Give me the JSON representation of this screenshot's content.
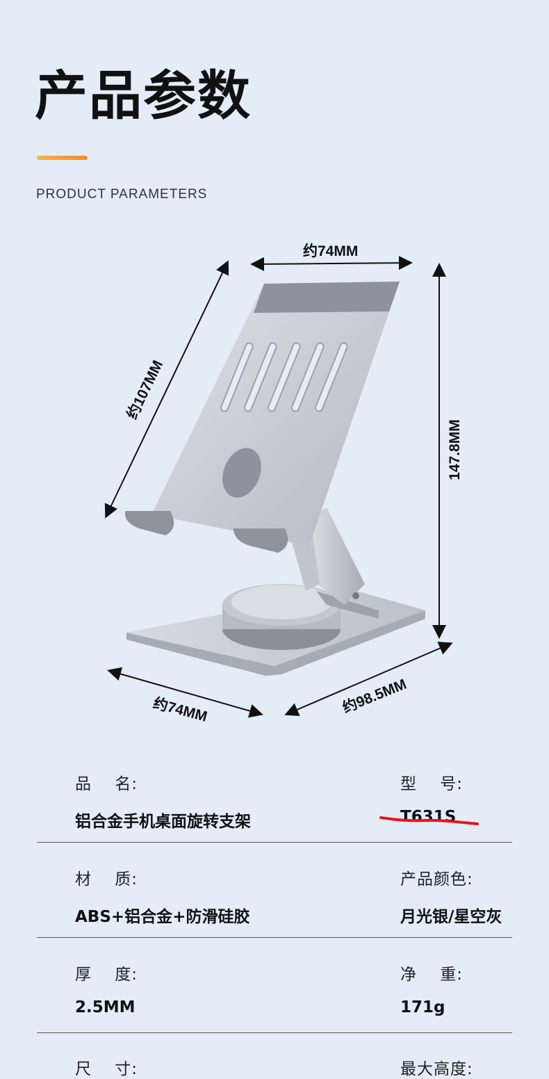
{
  "header": {
    "title": "产品参数",
    "subtitle": "PRODUCT PARAMETERS"
  },
  "dimensions": {
    "top_width": "约74MM",
    "diagonal_length": "约107MM",
    "height": "147.8MM",
    "base_width": "约74MM",
    "base_depth": "约98.5MM"
  },
  "specs": {
    "name": {
      "label": "品    名:",
      "value": "铝合金手机桌面旋转支架"
    },
    "model": {
      "label": "型    号:",
      "value": "T631S"
    },
    "material": {
      "label": "材    质:",
      "value": "ABS+铝合金+防滑硅胶"
    },
    "color": {
      "label": "产品颜色:",
      "value": "月光银/星空灰"
    },
    "thickness": {
      "label": "厚    度:",
      "value": "2.5MM"
    },
    "weight": {
      "label": "净    重:",
      "value": "171g"
    },
    "size": {
      "label": "尺    寸:"
    },
    "max_height": {
      "label": "最大高度:"
    }
  },
  "colors": {
    "background": "#e4ecf8",
    "accent": "#f28a2e",
    "annotation_red": "#e8141c"
  }
}
